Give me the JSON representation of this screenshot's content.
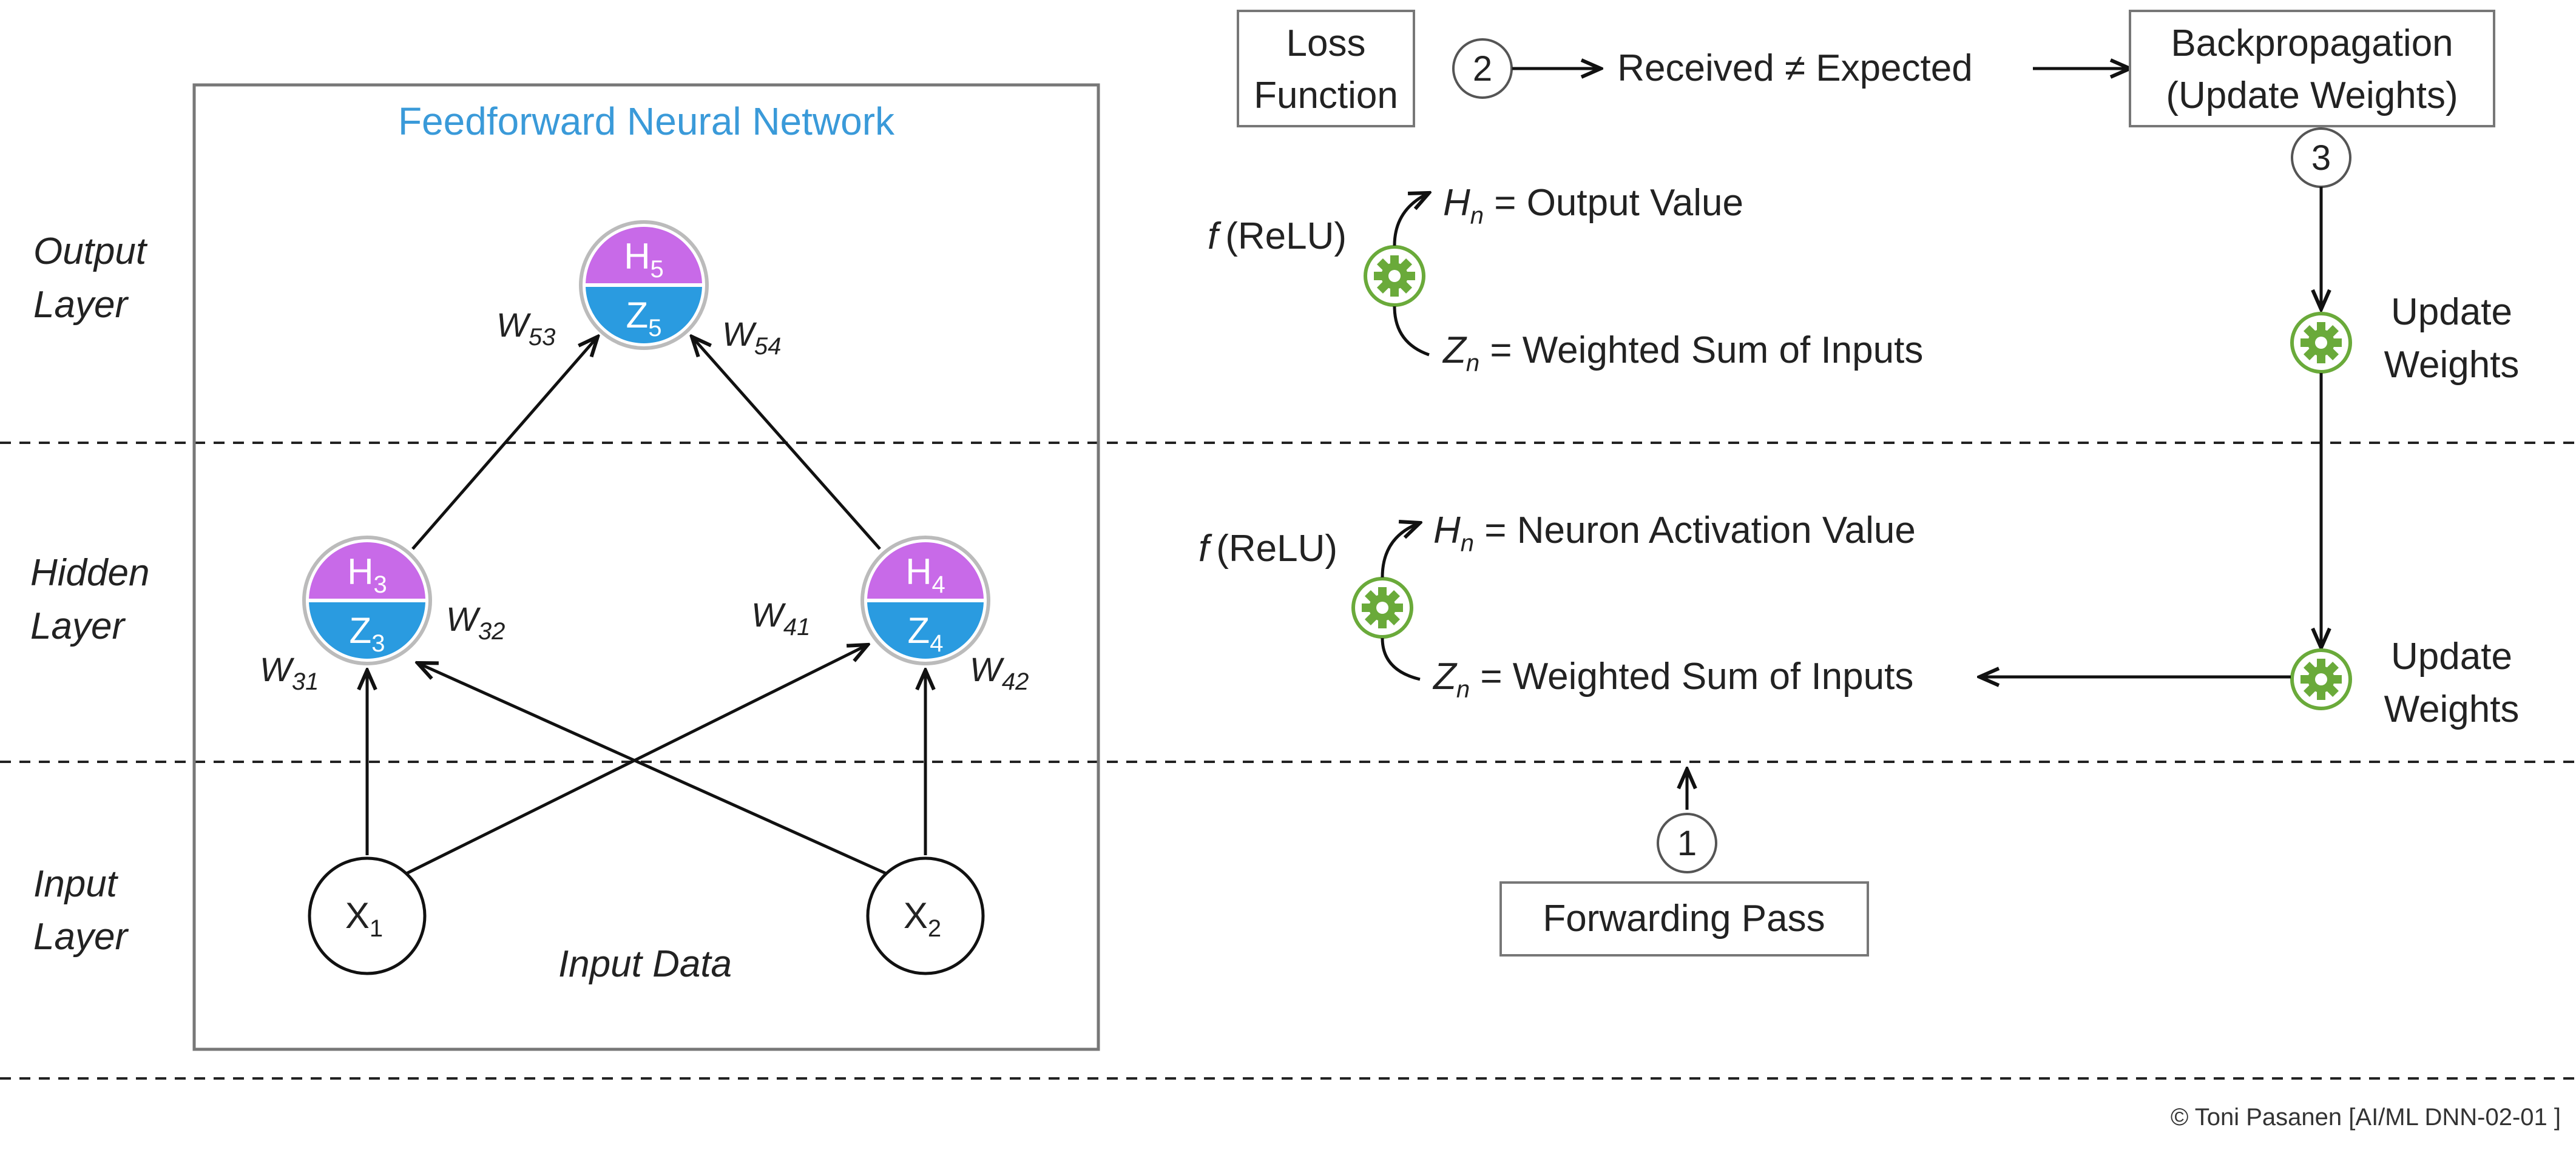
{
  "title": "Feedforward Neural Network",
  "layers": {
    "output": [
      "Output",
      "Layer"
    ],
    "hidden": [
      "Hidden",
      "Layer"
    ],
    "input": [
      "Input",
      "Layer"
    ]
  },
  "nodes": {
    "h5": {
      "top": "H",
      "top_sub": "5",
      "bottom": "Z",
      "bottom_sub": "5"
    },
    "h3": {
      "top": "H",
      "top_sub": "3",
      "bottom": "Z",
      "bottom_sub": "3"
    },
    "h4": {
      "top": "H",
      "top_sub": "4",
      "bottom": "Z",
      "bottom_sub": "4"
    },
    "x1": {
      "label": "X",
      "sub": "1"
    },
    "x2": {
      "label": "X",
      "sub": "2"
    }
  },
  "weights": {
    "w53": {
      "base": "W",
      "sub": "53"
    },
    "w54": {
      "base": "W",
      "sub": "54"
    },
    "w31": {
      "base": "W",
      "sub": "31"
    },
    "w32": {
      "base": "W",
      "sub": "32"
    },
    "w41": {
      "base": "W",
      "sub": "41"
    },
    "w42": {
      "base": "W",
      "sub": "42"
    }
  },
  "input_data_label": "Input Data",
  "loss_box": [
    "Loss",
    "Function"
  ],
  "step2_number": "2",
  "received_text": "Received ≠ Expected",
  "backprop_box": [
    "Backpropagation",
    "(Update Weights)"
  ],
  "step3_number": "3",
  "output_legend": {
    "f_label": "f",
    "relu_label": "(ReLU)",
    "h_var": "H",
    "h_sub": "n",
    "h_text": " = Output Value",
    "z_var": "Z",
    "z_sub": "n",
    "z_text": " = Weighted Sum of Inputs"
  },
  "hidden_legend": {
    "f_label": "f",
    "relu_label": "(ReLU)",
    "h_var": "H",
    "h_sub": "n",
    "h_text": " = Neuron Activation Value",
    "z_var": "Z",
    "z_sub": "n",
    "z_text": " = Weighted Sum of Inputs"
  },
  "update_weights_1": [
    "Update",
    "Weights"
  ],
  "update_weights_2": [
    "Update",
    "Weights"
  ],
  "step1_number": "1",
  "forward_box": "Forwarding Pass",
  "copyright": "© Toni Pasanen [AI/ML DNN-02-01 ]",
  "colors": {
    "activation_purple": "#c86ae8",
    "sum_blue": "#2a9be0",
    "gear_green": "#6aaa3a",
    "title_blue": "#3a9ad9"
  },
  "icons": [
    "gear-icon",
    "arrow-icon"
  ]
}
